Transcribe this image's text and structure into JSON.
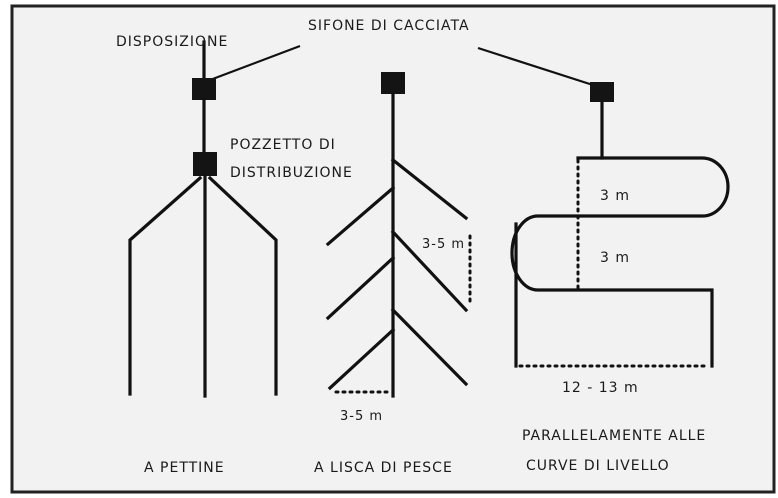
{
  "colors": {
    "background": "#f2f2f2",
    "frame": "#222222",
    "line": "#111111"
  },
  "labels": {
    "sifone": "SIFONE DI CACCIATA",
    "disposizione": "DISPOSIZIONE",
    "pozzetto_line1": "POZZETTO DI",
    "pozzetto_line2": "DISTRIBUZIONE",
    "spacing_vertical": "3-5 m",
    "spacing_bottom": "3-5 m",
    "loop_upper": "3 m",
    "loop_lower": "3 m",
    "width_bottom": "12 - 13 m"
  },
  "captions": {
    "pettine": "A PETTINE",
    "lisca": "A LISCA DI PESCE",
    "curve_line1": "PARALLELAMENTE ALLE",
    "curve_line2": "CURVE DI LIVELLO"
  }
}
